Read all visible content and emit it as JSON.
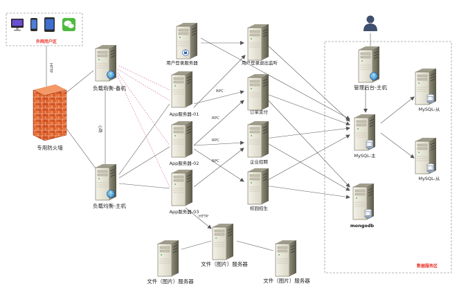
{
  "zones": {
    "external_users": "外网用户区",
    "data_service": "数据服务区"
  },
  "nodes": {
    "firewall": "专用防火墙",
    "lb_backup": "负载均衡-备机",
    "lb_main": "负载均衡-主机",
    "login_server": "用户登录服务器",
    "logout_monitor": "用户登录退出监听",
    "app01": "App服务器-01",
    "app02": "App服务器-02",
    "app03": "App服务器-03",
    "order_pay": "订单支付",
    "enterprise_recruit": "企业招聘",
    "campus_recruit": "校园招生",
    "admin_main": "管理后台-主机",
    "mysql_main": "MySQL-主",
    "mysql_slave_1": "MySQL-从",
    "mysql_slave_2": "MySQL-从",
    "mongodb": "mongodb",
    "file_server_1": "文件（图片）服务器",
    "file_server_2": "文件（图片）服务器",
    "file_server_3": "文件（图片）服务器"
  },
  "edge_labels": {
    "http_external": "HTTP",
    "heartbeat": "心跳",
    "rpc_1": "RPC",
    "rpc_2": "RPC",
    "rpc_3": "RPC",
    "rpc_4": "RPC",
    "http_file": "HTTP"
  },
  "colors": {
    "accent_red": "#e8332a",
    "zone_border": "#9a9a9a",
    "firewall": "#e05a2b",
    "server_body": "#e9e6d8",
    "server_dark": "#4a4a3c"
  },
  "icons": [
    "imac-icon",
    "phone-icon",
    "tablet-icon",
    "wechat-icon",
    "user-icon",
    "globe-icon",
    "database-icon",
    "lock-icon"
  ]
}
